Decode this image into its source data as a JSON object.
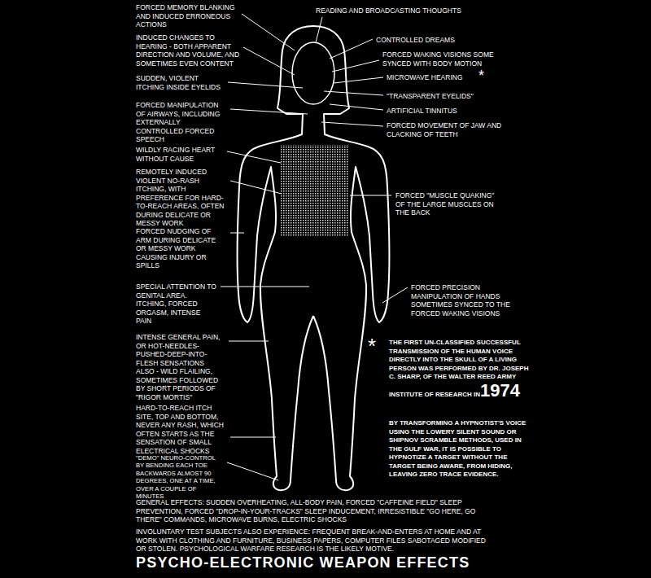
{
  "diagram": {
    "title": "PSYCHO-ELECTRONIC WEAPON EFFECTS",
    "labels": [
      "FORCED MEMORY BLANKING AND INDUCED ERRONEOUS ACTIONS",
      "INDUCED CHANGES TO HEARING - BOTH APPARENT DIRECTION AND VOLUME, AND SOMETIMES EVEN CONTENT",
      "SUDDEN, VIOLENT ITCHING INSIDE EYELIDS",
      "FORCED MANIPULATION OF AIRWAYS, INCLUDING EXTERNALLY CONTROLLED FORCED SPEECH",
      "WILDLY RACING HEART WITHOUT CAUSE",
      "REMOTELY INDUCED VIOLENT NO-RASH ITCHING, WITH PREFERENCE FOR HARD-TO-REACH AREAS, OFTEN DURING DELICATE OR MESSY WORK",
      "FORCED NUDGING OF ARM DURING DELICATE OR MESSY WORK CAUSING INJURY OR SPILLS",
      "SPECIAL ATTENTION TO GENITAL AREA. ITCHING, FORCED ORGASM, INTENSE PAIN",
      "INTENSE GENERAL PAIN, OR HOT-NEEDLES-PUSHED-DEEP-INTO-FLESH SENSATIONS",
      "ALSO - WILD FLAILING, SOMETIMES FOLLOWED BY SHORT PERIODS OF \"RIGOR MORTIS\"",
      "HARD-TO-REACH ITCH SITE, TOP AND BOTTOM, NEVER ANY RASH, WHICH OFTEN STARTS AS THE SENSATION OF SMALL ELECTRICAL SHOCKS",
      "\"DEMO\" NEURO-CONTROL BY BENDING EACH TOE BACKWARDS ALMOST 90 DEGREES, ONE AT A TIME, OVER A COUPLE OF MINUTES",
      "READING AND BROADCASTING THOUGHTS",
      "CONTROLLED DREAMS",
      "FORCED WAKING VISIONS SOME SYNCED WITH BODY MOTION",
      "MICROWAVE HEARING",
      "*",
      "\"TRANSPARENT EYELIDS\"",
      "ARTIFICIAL TINNITUS",
      "FORCED MOVEMENT OF JAW AND CLACKING OF TEETH",
      "FORCED \"MUSCLE QUAKING\" OF THE LARGE MUSCLES ON THE BACK",
      "FORCED PRECISION MANIPULATION OF HANDS SOMETIMES SYNCED TO THE FORCED WAKING VISIONS",
      "*",
      "THE FIRST UN-CLASSIFIED SUCCESSFUL TRANSMISSION OF THE HUMAN VOICE DIRECTLY INTO THE SKULL OF A LIVING PERSON WAS PERFORMED BY DR. JOSEPH C. SHARP, OF THE WALTER REED ARMY INSTITUTE OF RESEARCH IN",
      "1974",
      "BY TRANSFORMING A HYPNOTIST'S VOICE USING THE LOWERY SILENT SOUND OR SHIPNOV SCRAMBLE METHODS, USED IN THE GULF WAR, IT IS POSSIBLE TO HYPNOTIZE A TARGET WITHOUT THE TARGET BEING AWARE, FROM HIDING, LEAVING ZERO TRACE EVIDENCE.",
      "GENERAL EFFECTS: SUDDEN OVERHEATING, ALL-BODY PAIN, FORCED \"CAFFEINE FIELD\" SLEEP PREVENTION, FORCED \"DROP-IN-YOUR-TRACKS\" SLEEP INDUCEMENT, IRRESISTIBLE \"GO HERE, GO THERE\" COMMANDS, MICROWAVE BURNS, ELECTRIC SHOCKS",
      "INVOLUNTARY TEST SUBJECTS ALSO EXPERIENCE: FREQUENT BREAK-AND-ENTERS AT HOME AND AT WORK WITH CLOTHING AND FURNITURE, BUSINESS PAPERS, COMPUTER FILES SABOTAGED MODIFIED OR STOLEN. PSYCHOLOGICAL WARFARE RESEARCH IS THE LIKELY MOTIVE."
    ]
  }
}
